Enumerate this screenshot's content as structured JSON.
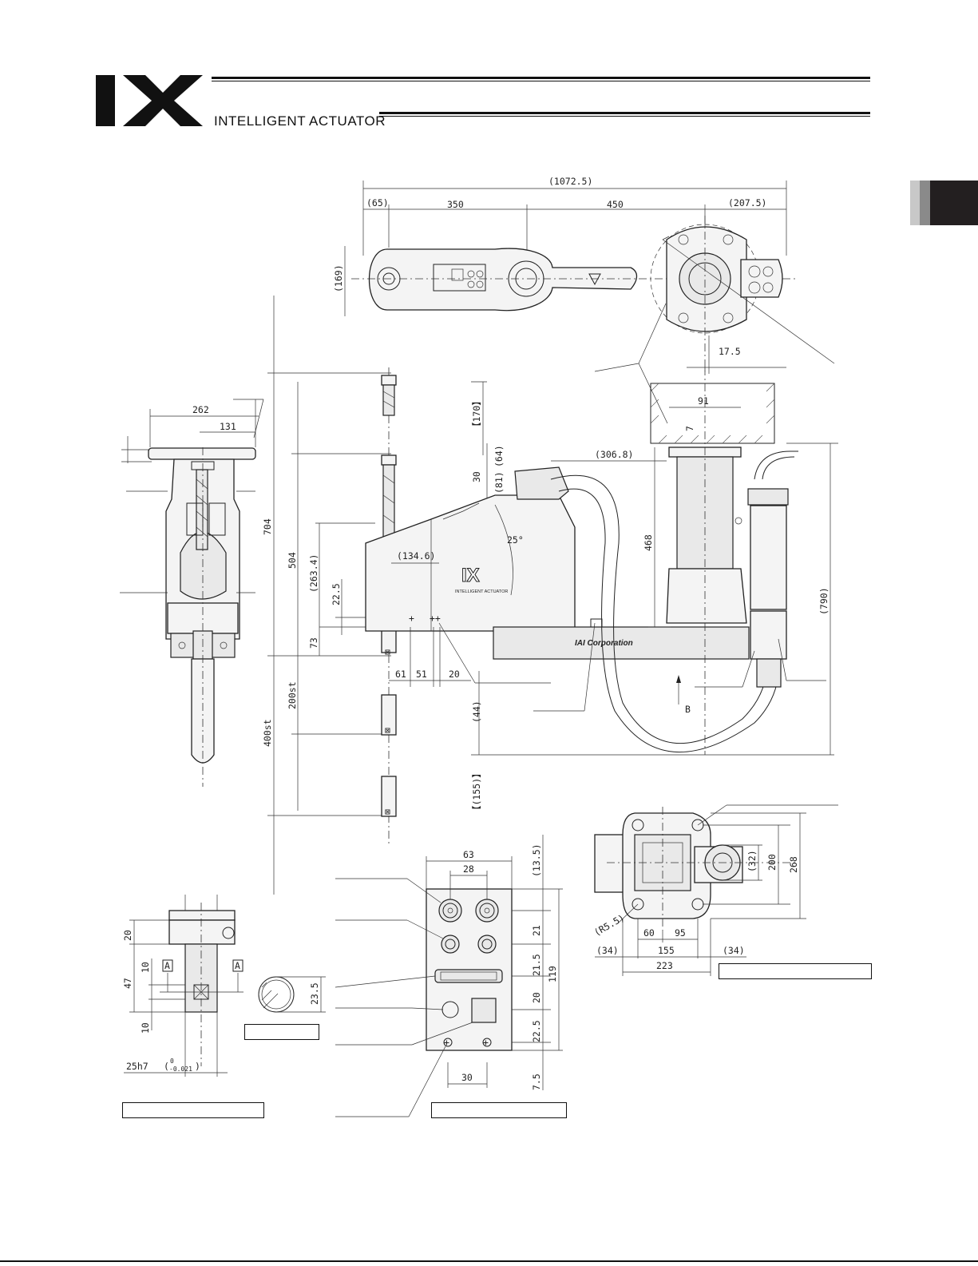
{
  "header": {
    "logo_text": "IX",
    "subtitle": "INTELLIGENT ACTUATOR"
  },
  "top_view": {
    "dims": {
      "overall": "(1072.5)",
      "left_offset": "(65)",
      "arm1": "350",
      "arm2": "450",
      "right_offset": "(207.5)",
      "height": "(169)",
      "small_offset": "17.5"
    }
  },
  "side_view": {
    "dims": {
      "width_262": "262",
      "width_131": "131",
      "total_704": "704",
      "h_504": "504",
      "h_263_4": "(263.4)",
      "h_22_5": "22.5",
      "h_73": "73",
      "stroke_200": "200st",
      "stroke_400": "400st",
      "h_170": "【170】",
      "h_64": "(64)",
      "h_30": "30",
      "h_81": "(81)",
      "w_306_8": "(306.8)",
      "w_134_6": "(134.6)",
      "angle": "25°",
      "h_468": "468",
      "h_790": "(790)",
      "w_91": "91",
      "h_7": "7",
      "w_61": "61",
      "w_51": "51",
      "w_20": "20",
      "h_44": "(44)",
      "h_155": "【(155)】",
      "view_b": "B"
    },
    "body_logo": "IX",
    "body_logo_sub": "INTELLIGENT ACTUATOR",
    "arm_label": "IAI Corporation"
  },
  "shaft_detail": {
    "dims": {
      "h_20": "20",
      "h_47": "47",
      "h_10a": "10",
      "h_10b": "10",
      "section_a": "A",
      "tolerance_main": "25h7",
      "tolerance_upper": "0",
      "tolerance_lower": "-0.021",
      "dia_23_5": "23.5"
    }
  },
  "connector_panel": {
    "dims": {
      "w_63": "63",
      "w_28": "28",
      "h_13_5": "(13.5)",
      "h_21": "21",
      "h_21_5": "21.5",
      "h_20": "20",
      "h_22_5": "22.5",
      "h_7_5": "7.5",
      "h_119": "119",
      "w_30": "30"
    }
  },
  "base_view": {
    "dims": {
      "h_32": "(32)",
      "h_200": "200",
      "h_268": "268",
      "radius": "(R5.5)",
      "w_60": "60",
      "w_95": "95",
      "w_34a": "(34)",
      "w_155": "155",
      "w_34b": "(34)",
      "w_223": "223"
    }
  }
}
